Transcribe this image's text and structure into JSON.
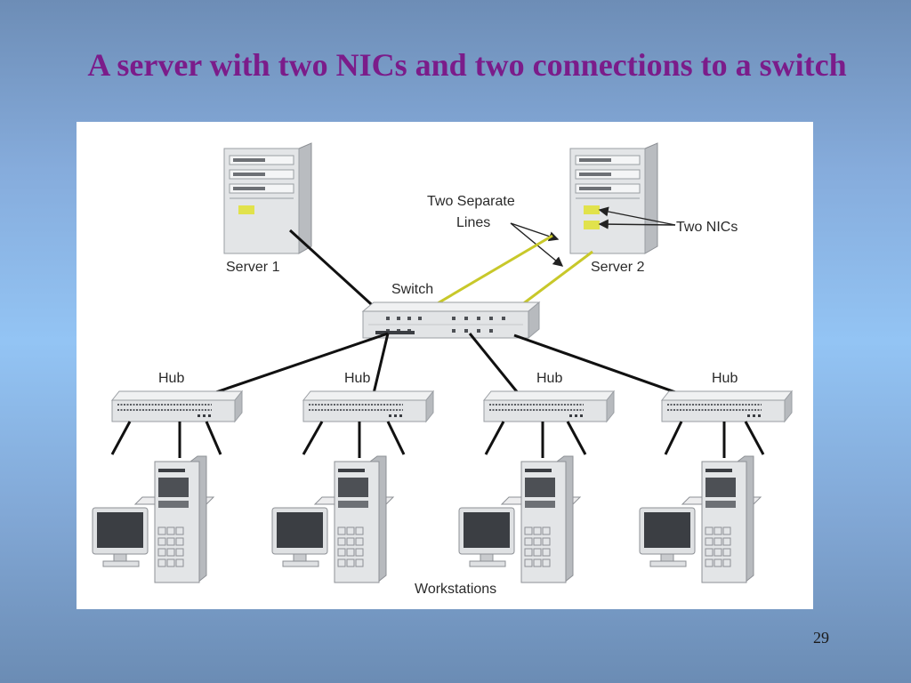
{
  "slide": {
    "title": "A server with two NICs and two connections to a switch",
    "page_number": "29"
  },
  "diagram": {
    "labels": {
      "server1": "Server 1",
      "server2": "Server 2",
      "switch": "Switch",
      "two_separate_line1": "Two Separate",
      "two_separate_line2": "Lines",
      "two_nics": "Two NICs",
      "hub": "Hub",
      "workstations": "Workstations"
    },
    "colors": {
      "connection": "#111111",
      "separate_lines": "#c8c82a",
      "nic": "#e1e24c",
      "device_body": "#dfe1e3"
    },
    "icons": [
      "server-icon",
      "switch-icon",
      "hub-icon",
      "workstation-icon",
      "monitor-icon"
    ]
  }
}
